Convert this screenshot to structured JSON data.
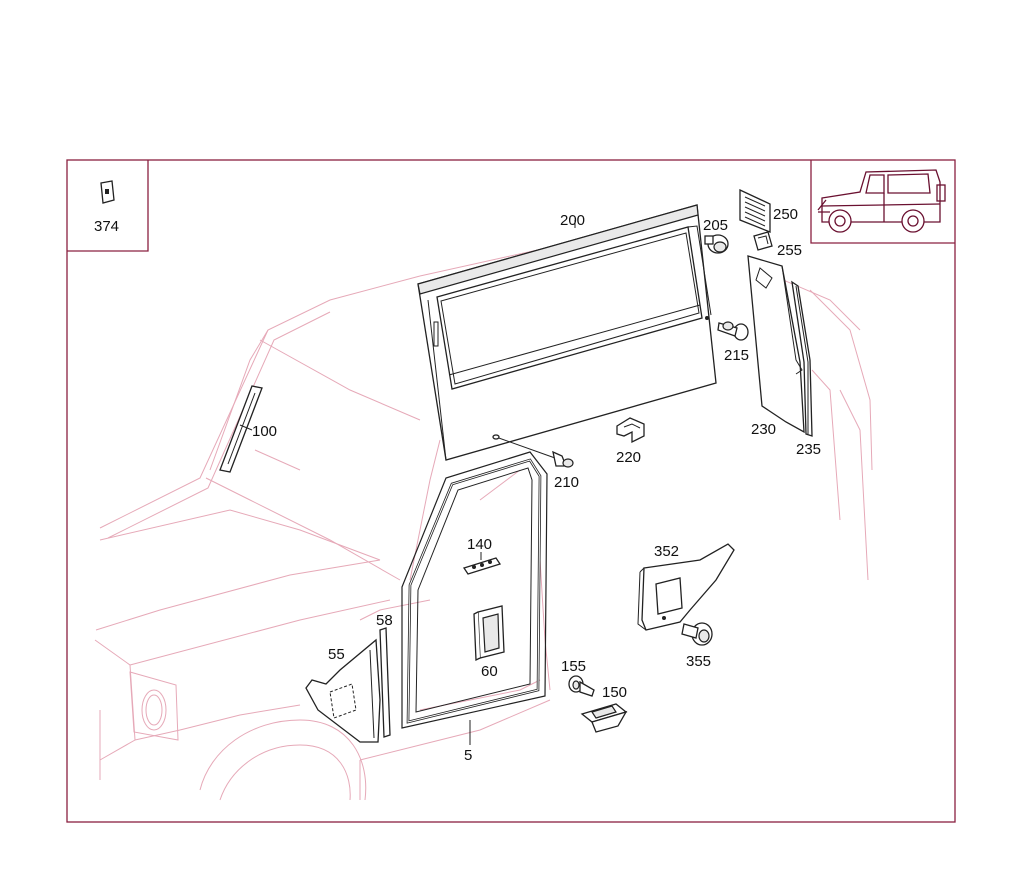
{
  "colors": {
    "frame": "#8a2040",
    "ghost_vehicle": "#e6a9b8",
    "part_outline": "#222222"
  },
  "callouts": {
    "c374": "374",
    "c200": "200",
    "c205": "205",
    "c250": "250",
    "c255": "255",
    "c215": "215",
    "c230": "230",
    "c235": "235",
    "c100": "100",
    "c210": "210",
    "c220": "220",
    "c140": "140",
    "c60": "60",
    "c58": "58",
    "c55": "55",
    "c5": "5",
    "c352": "352",
    "c355": "355",
    "c155": "155",
    "c150": "150"
  },
  "icons": {
    "thumbnail": "suv-side-view-icon"
  }
}
